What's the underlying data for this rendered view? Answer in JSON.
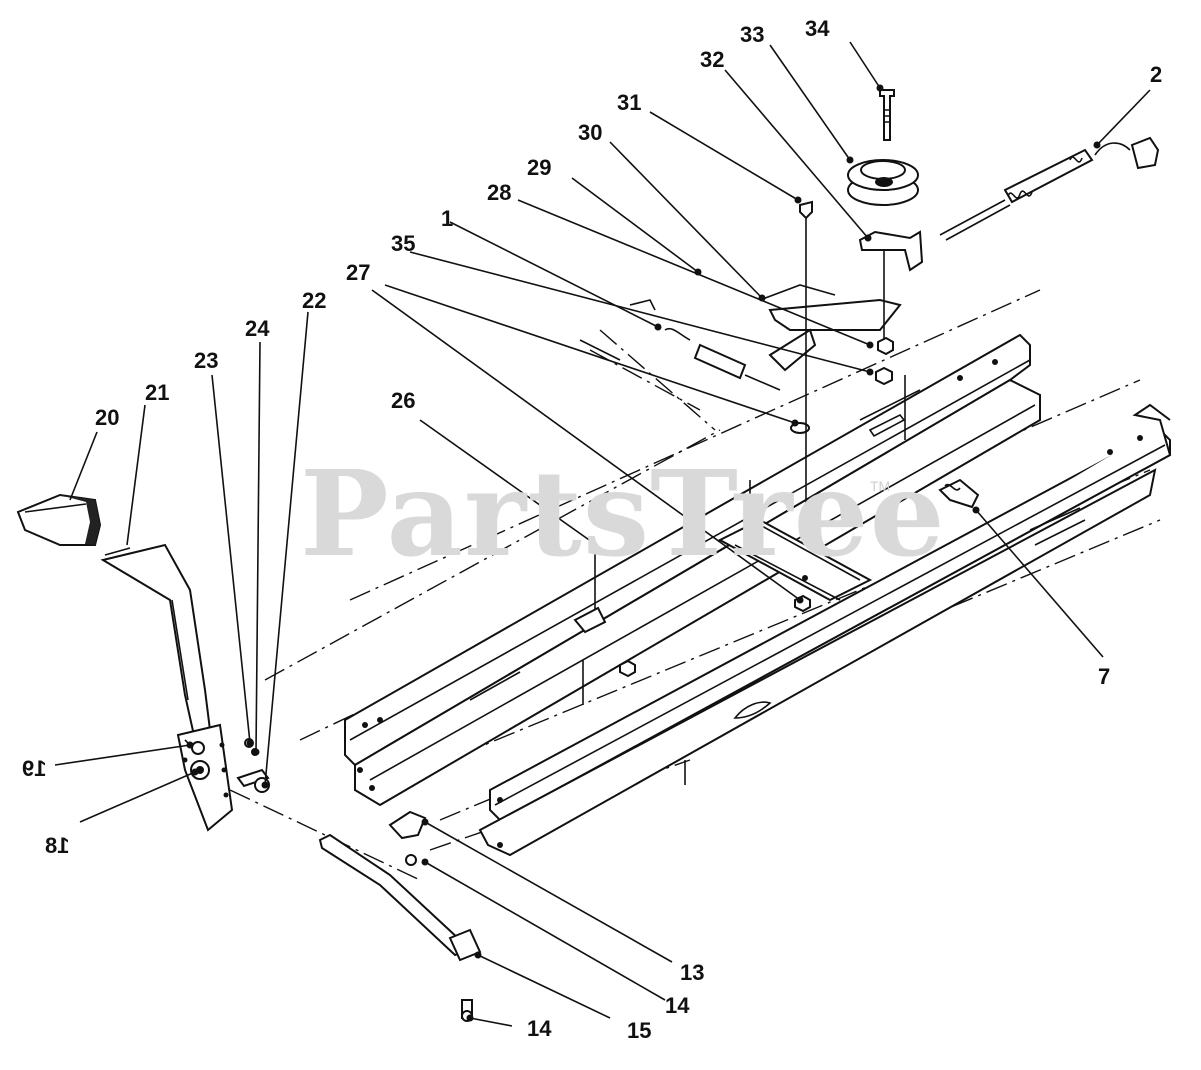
{
  "watermark": {
    "text": "PartsTree",
    "trademark": "TM"
  },
  "callouts": [
    {
      "id": "c34",
      "label": "34"
    },
    {
      "id": "c33",
      "label": "33"
    },
    {
      "id": "c32",
      "label": "32"
    },
    {
      "id": "c2",
      "label": "2"
    },
    {
      "id": "c31",
      "label": "31"
    },
    {
      "id": "c30",
      "label": "30"
    },
    {
      "id": "c29",
      "label": "29"
    },
    {
      "id": "c28",
      "label": "28"
    },
    {
      "id": "c1",
      "label": "1"
    },
    {
      "id": "c35",
      "label": "35"
    },
    {
      "id": "c27",
      "label": "27"
    },
    {
      "id": "c22",
      "label": "22"
    },
    {
      "id": "c24",
      "label": "24"
    },
    {
      "id": "c23",
      "label": "23"
    },
    {
      "id": "c21",
      "label": "21"
    },
    {
      "id": "c20",
      "label": "20"
    },
    {
      "id": "c26",
      "label": "26"
    },
    {
      "id": "c7",
      "label": "7"
    },
    {
      "id": "c19",
      "label": "19"
    },
    {
      "id": "c18",
      "label": "18"
    },
    {
      "id": "c13",
      "label": "13"
    },
    {
      "id": "c14a",
      "label": "14"
    },
    {
      "id": "c15",
      "label": "15"
    },
    {
      "id": "c14b",
      "label": "14"
    }
  ]
}
